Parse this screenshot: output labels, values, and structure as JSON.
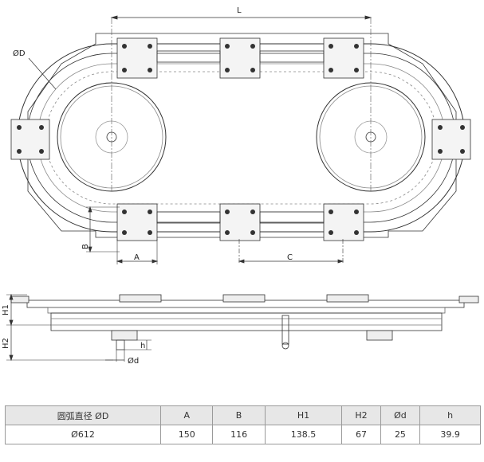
{
  "drawing": {
    "top_view_labels": {
      "L": "L",
      "D": "ØD",
      "A": "A",
      "B": "B",
      "C": "C"
    },
    "side_view_labels": {
      "H1": "H1",
      "H2": "H2",
      "h": "h",
      "d": "Ød"
    }
  },
  "table": {
    "headers": [
      "圆弧直径 ØD",
      "A",
      "B",
      "H1",
      "H2",
      "Ød",
      "h"
    ],
    "rows": [
      [
        "Ø612",
        "150",
        "116",
        "138.5",
        "67",
        "25",
        "39.9"
      ]
    ]
  }
}
